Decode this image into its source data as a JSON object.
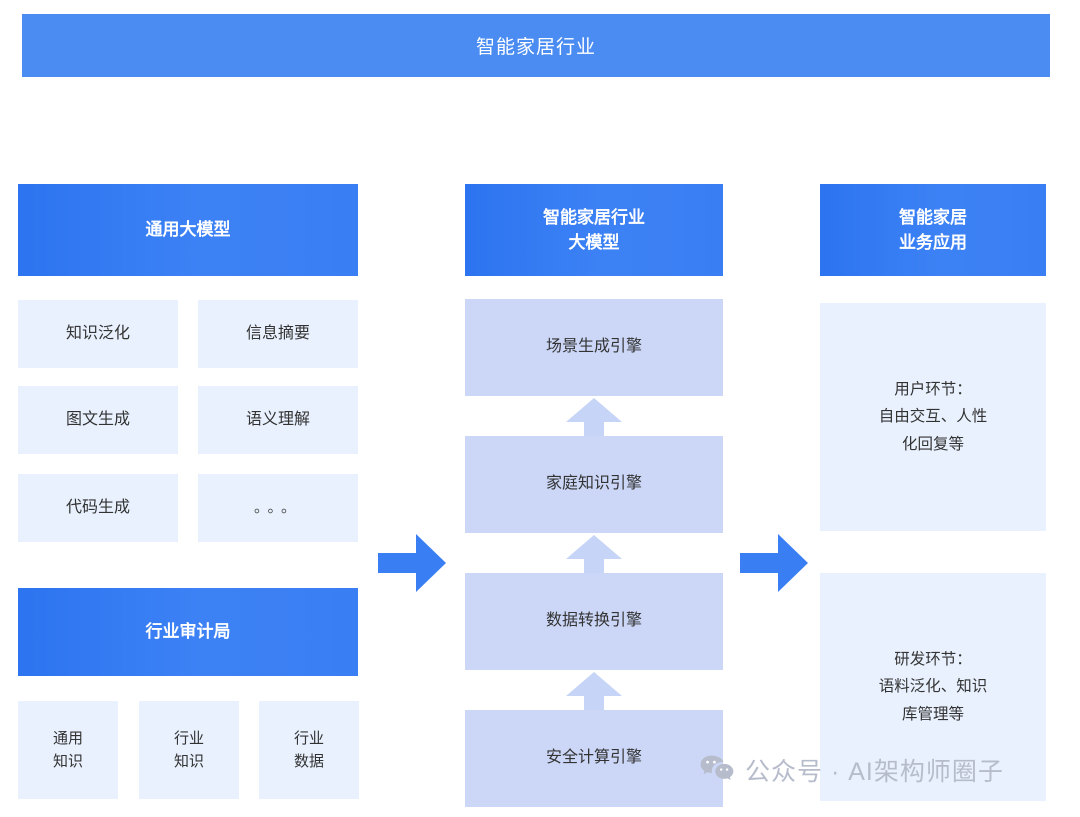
{
  "banner": {
    "title": "智能家居行业"
  },
  "colors": {
    "banner_blue": "#4a8cf2",
    "header_blue": "#2c74f0",
    "cell_light_blue": "#e8f1fd",
    "cell_mid_blue": "#ccd7f7",
    "arrow_blue": "#3a7ef3",
    "arrow_light": "#c6d5f7",
    "watermark_gray": "#b6bccb"
  },
  "left_column": {
    "general_model": {
      "header": "通用大模型",
      "cells": [
        "知识泛化",
        "信息摘要",
        "图文生成",
        "语义理解",
        "代码生成",
        "。。。"
      ]
    },
    "audit_bureau": {
      "header": "行业审计局",
      "cells": [
        "通用\n知识",
        "行业\n知识",
        "行业\n数据"
      ],
      "cells_lines": [
        [
          "通用",
          "知识"
        ],
        [
          "行业",
          "知识"
        ],
        [
          "行业",
          "数据"
        ]
      ]
    }
  },
  "middle_column": {
    "header_line1": "智能家居行业",
    "header_line2": "大模型",
    "stack": [
      "场景生成引擎",
      "家庭知识引擎",
      "数据转换引擎",
      "安全计算引擎"
    ],
    "flow_direction": "bottom-to-top"
  },
  "right_column": {
    "header_line1": "智能家居",
    "header_line2": "业务应用",
    "cards": [
      {
        "lines": [
          "用户环节：",
          "自由交互、人性",
          "化回复等"
        ]
      },
      {
        "lines": [
          "研发环节：",
          "语料泛化、知识",
          "库管理等"
        ]
      }
    ]
  },
  "arrows": {
    "left_to_middle": "right-arrow",
    "middle_to_right": "right-arrow"
  },
  "watermark": {
    "icon": "wechat-icon",
    "text": "公众号 · AI架构师圈子"
  }
}
